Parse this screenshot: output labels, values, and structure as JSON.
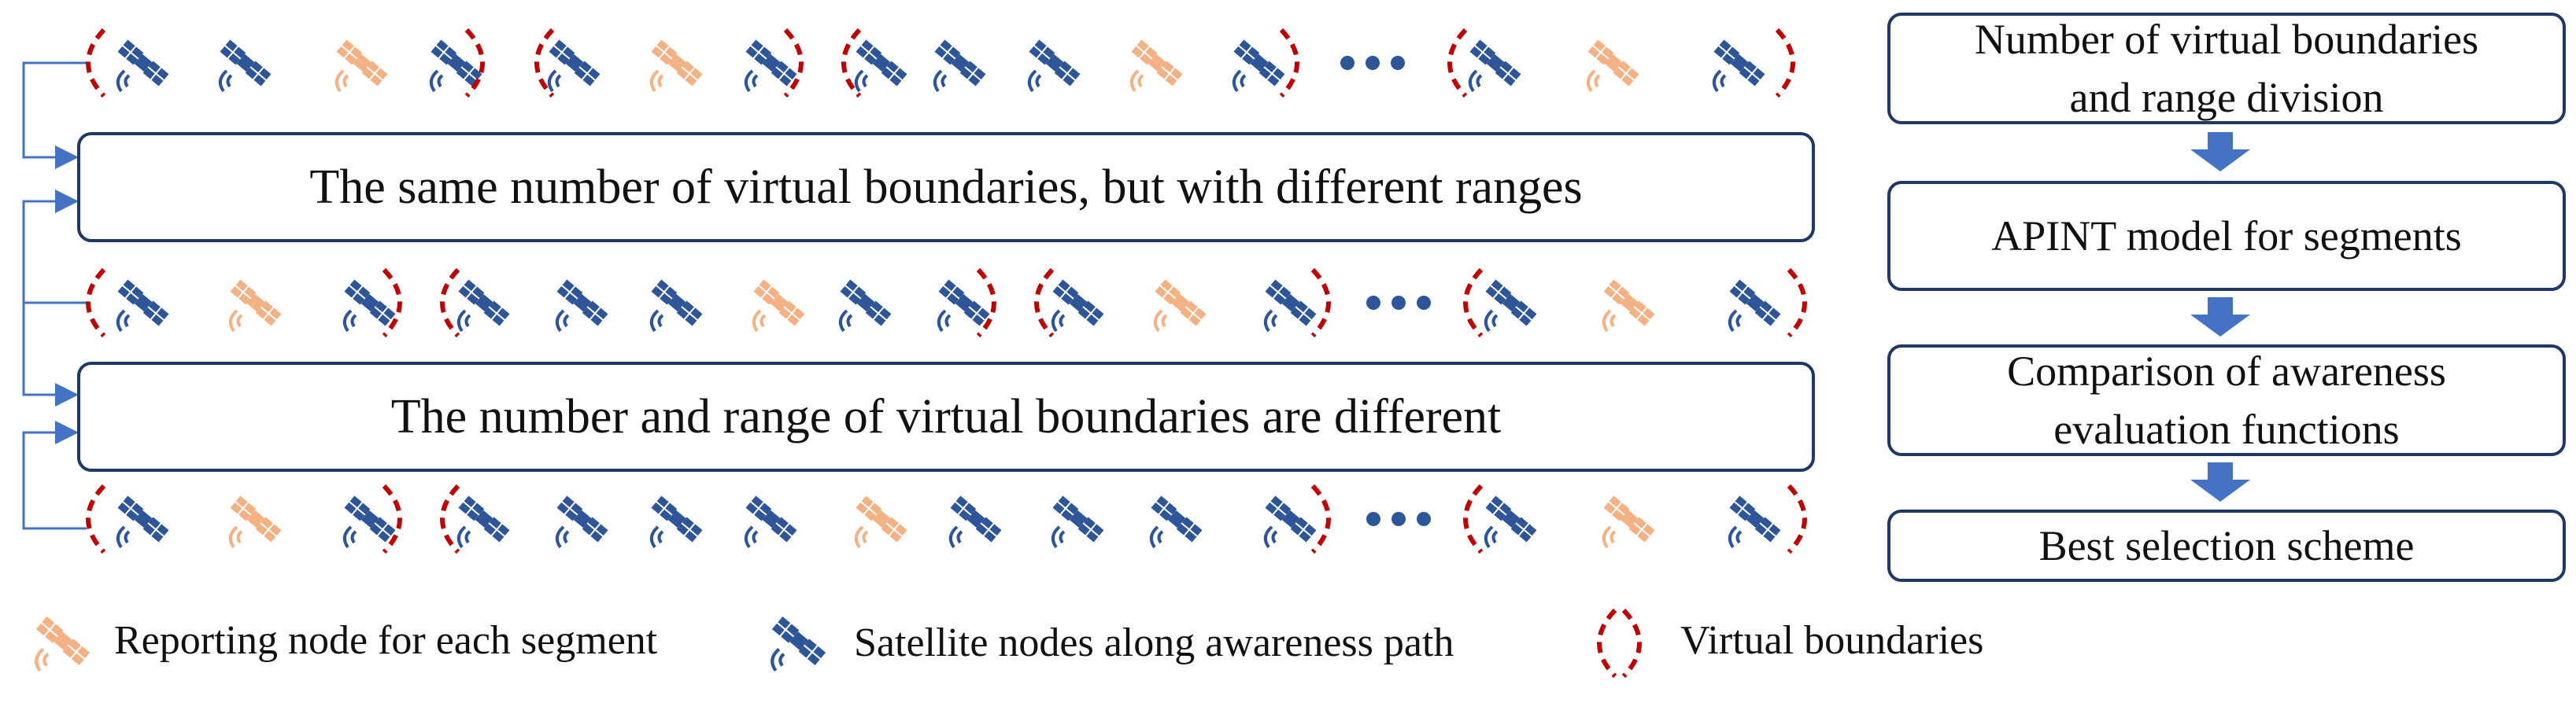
{
  "banners": {
    "same_number": "The same number of virtual boundaries, but with different ranges",
    "different": "The number and range of virtual boundaries are different"
  },
  "steps": [
    {
      "label": "Number of virtual boundaries\nand range division"
    },
    {
      "label": "APINT model for segments"
    },
    {
      "label": "Comparison of awareness\nevaluation functions"
    },
    {
      "label": "Best selection scheme"
    }
  ],
  "legend": {
    "reporting": "Reporting node for each segment",
    "satellite": "Satellite nodes along awareness path",
    "boundaries": "Virtual boundaries"
  },
  "colors": {
    "satellite": "#2e5597",
    "reporting": "#f4b183",
    "boundary": "#c00000",
    "connector": "#4472c4",
    "box_border": "#1f3864",
    "arrow": "#4472c4"
  },
  "icons": {
    "satellite": "satellite-icon",
    "boundary": "boundary-bracket",
    "ellipsis": "ellipsis-dots"
  }
}
